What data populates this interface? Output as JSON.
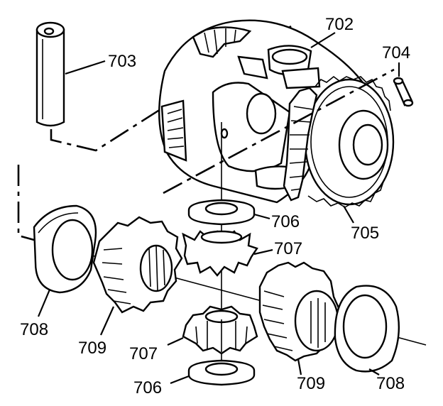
{
  "callouts": {
    "c702": "702",
    "c703": "703",
    "c704": "704",
    "c705": "705",
    "c706_upper": "706",
    "c706_lower": "706",
    "c707_upper": "707",
    "c707_lower": "707",
    "c708_left": "708",
    "c708_right": "708",
    "c709_left": "709",
    "c709_right": "709"
  }
}
